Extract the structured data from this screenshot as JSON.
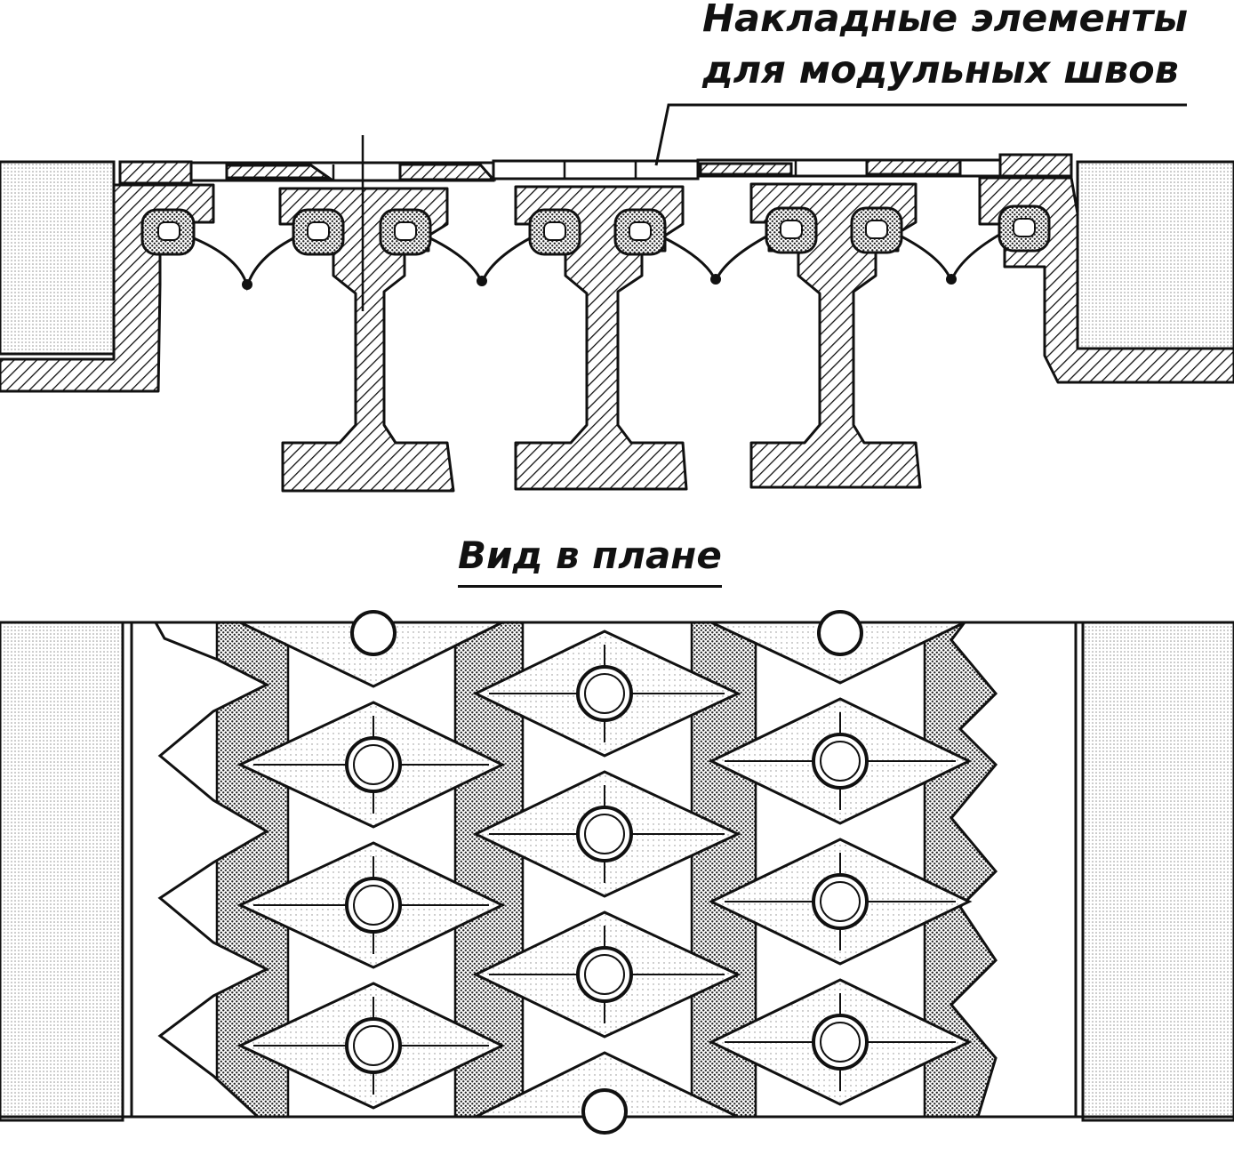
{
  "callout_label": {
    "line1": "Накладные элементы",
    "line2": "для модульных швов"
  },
  "plan_view_title": "Вид в плане",
  "colors": {
    "ink": "#111111",
    "paper": "#ffffff",
    "stipple": "#9a9a9a"
  }
}
